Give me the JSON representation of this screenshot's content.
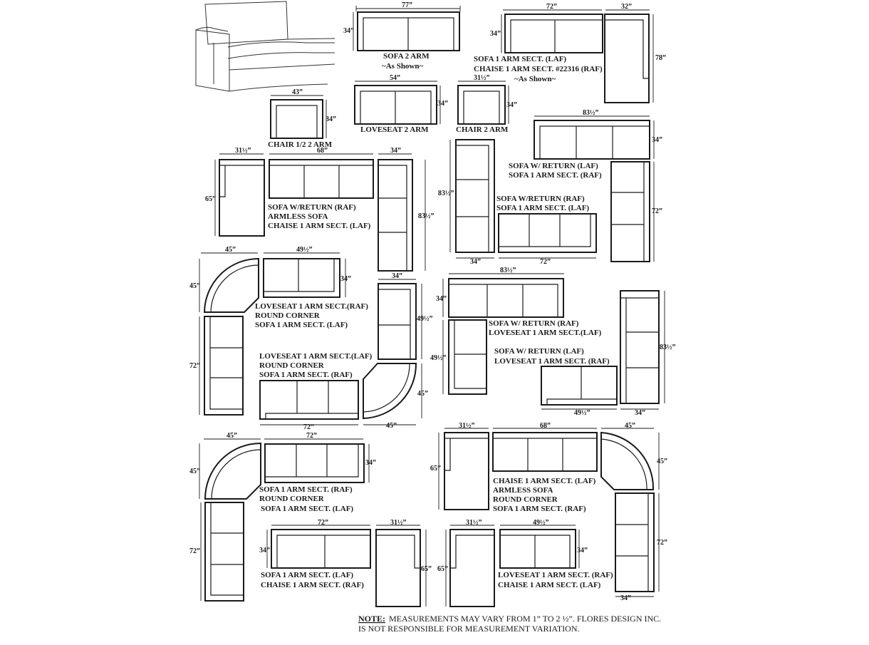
{
  "notes": {
    "label": "NOTE:",
    "line1": "MEASUREMENTS MAY VARY FROM 1” TO 2 ½”. FLORES DESIGN INC.",
    "line2": "IS NOT RESPONSIBLE FOR MEASUREMENT VARIATION."
  },
  "captions": {
    "sofa_2arm": "SOFA 2 ARM",
    "as_shown_1": "~As Shown~",
    "sect_a1": "SOFA 1 ARM SECT. (LAF)",
    "sect_a2": "CHAISE 1 ARM SECT. #22316 (RAF)",
    "as_shown_2": "~As Shown~",
    "chair_half": "CHAIR 1/2  2 ARM",
    "loveseat_2arm": "LOVESEAT 2 ARM",
    "chair_2arm": "CHAIR 2 ARM",
    "sect_b1": "SOFA W/ RETURN (LAF)",
    "sect_b2": "SOFA 1 ARM SECT. (RAF)",
    "sect_c1": "SOFA W/RETURN (RAF)",
    "sect_c2": "ARMLESS SOFA",
    "sect_c3": "CHAISE 1 ARM SECT. (LAF)",
    "sect_d1": "SOFA W/RETURN (RAF)",
    "sect_d2": "SOFA 1 ARM SECT. (LAF)",
    "sect_e1": "LOVESEAT 1 ARM SECT.(RAF)",
    "sect_e2": "ROUND CORNER",
    "sect_e3": "SOFA 1 ARM SECT. (LAF)",
    "sect_f1": "LOVESEAT 1 ARM SECT.(LAF)",
    "sect_f2": "ROUND CORNER",
    "sect_f3": "SOFA 1 ARM SECT. (RAF)",
    "sect_g1": "SOFA W/ RETURN (RAF)",
    "sect_g2": "LOVESEAT  1 ARM SECT.(LAF)",
    "sect_h1": "SOFA  W/ RETURN (LAF)",
    "sect_h2": "LOVESEAT 1 ARM SECT. (RAF)",
    "sect_i1": "SOFA 1 ARM SECT. (RAF)",
    "sect_i2": "ROUND CORNER",
    "sect_i3": "SOFA 1 ARM SECT. (LAF)",
    "sect_j1": "CHAISE 1 ARM SECT. (LAF)",
    "sect_j2": "ARMLESS SOFA",
    "sect_j3": "ROUND CORNER",
    "sect_j4": "SOFA 1 ARM SECT. (RAF)",
    "sect_k1": "SOFA 1 ARM SECT. (LAF)",
    "sect_k2": "CHAISE 1 ARM SECT. (RAF)",
    "sect_l1": "LOVESEAT 1 ARM SECT. (RAF)",
    "sect_l2": "CHAISE 1 ARM SECT. (LAF)"
  },
  "dims": {
    "d77": "77”",
    "d34": "34”",
    "d72": "72”",
    "d32": "32”",
    "d78": "78”",
    "d43": "43”",
    "d54": "54”",
    "d31h": "31½”",
    "d83h": "83½”",
    "d68": "68”",
    "d65": "65”",
    "d45": "45”",
    "d49h": "49½”"
  }
}
